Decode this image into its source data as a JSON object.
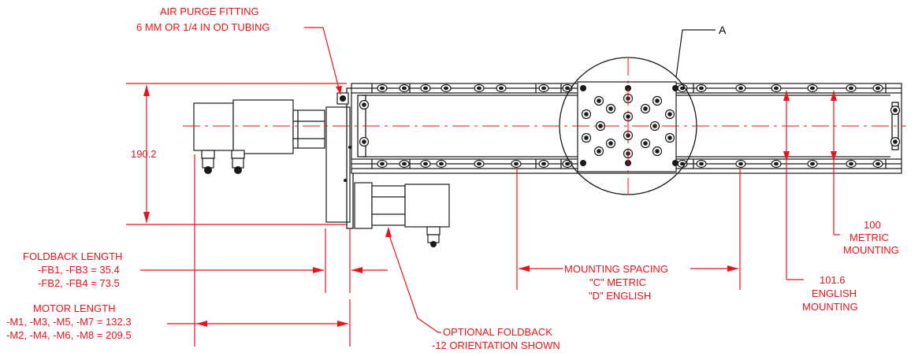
{
  "callouts": {
    "air_purge": [
      "AIR PURGE FITTING",
      "6 MM OR 1/4 IN OD TUBING"
    ],
    "detail": "A",
    "height": "190.2",
    "metric_mount": [
      "100",
      "METRIC",
      "MOUNTING"
    ],
    "english_mount": [
      "101.6",
      "ENGLISH",
      "MOUNTING"
    ],
    "mounting_spacing": [
      "MOUNTING SPACING",
      "\"C\" METRIC",
      "\"D\" ENGLISH"
    ],
    "foldback": [
      "FOLDBACK LENGTH",
      "-FB1, -FB3 = 35.4",
      "-FB2, -FB4 = 73.5"
    ],
    "motor": [
      "MOTOR LENGTH",
      "-M1, -M3, -M5, -M7 = 132.3",
      "-M2, -M4, -M6, -M8 = 209.5"
    ],
    "optional_foldback": [
      "OPTIONAL FOLDBACK",
      "-12 ORIENTATION SHOWN"
    ]
  }
}
